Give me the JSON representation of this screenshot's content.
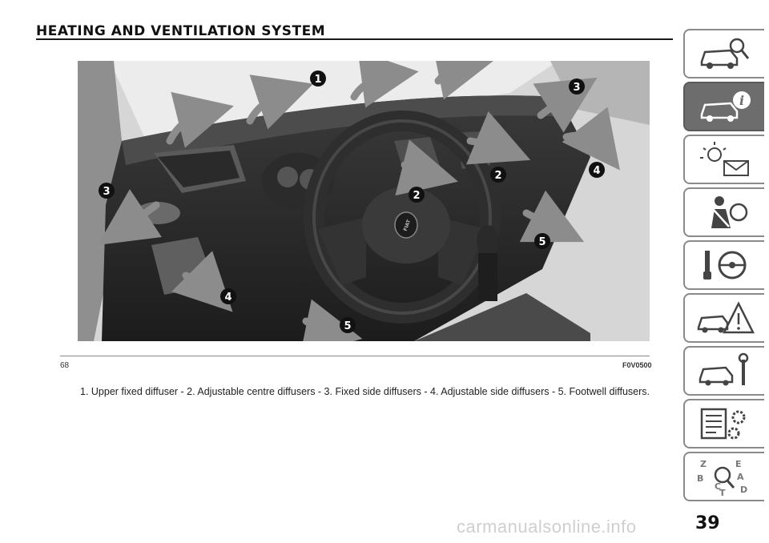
{
  "header": {
    "title": "HEATING AND VENTILATION SYSTEM"
  },
  "figure": {
    "number": "68",
    "code": "F0V0500",
    "callouts": [
      "1",
      "2",
      "2",
      "3",
      "3",
      "4",
      "4",
      "5",
      "5"
    ],
    "badge_text": "FIAT"
  },
  "caption": {
    "text": "1. Upper fixed diffuser - 2. Adjustable centre diffusers - 3. Fixed side diffusers - 4. Adjustable side diffusers - 5. Footwell diffusers."
  },
  "sidebar": {
    "active_index": 1,
    "tabs": [
      {
        "icon": "car-search-icon"
      },
      {
        "icon": "car-info-icon"
      },
      {
        "icon": "warning-light-message-icon"
      },
      {
        "icon": "seatbelt-airbag-icon"
      },
      {
        "icon": "steering-key-icon"
      },
      {
        "icon": "car-emergency-triangle-icon"
      },
      {
        "icon": "car-wrench-icon"
      },
      {
        "icon": "specifications-gears-icon"
      },
      {
        "icon": "alphabetical-index-icon",
        "letters": [
          "Z",
          "E",
          "A",
          "B",
          "C",
          "D",
          "T"
        ]
      }
    ]
  },
  "footer": {
    "page_number": "39",
    "watermark": "carmanualsonline.info"
  }
}
